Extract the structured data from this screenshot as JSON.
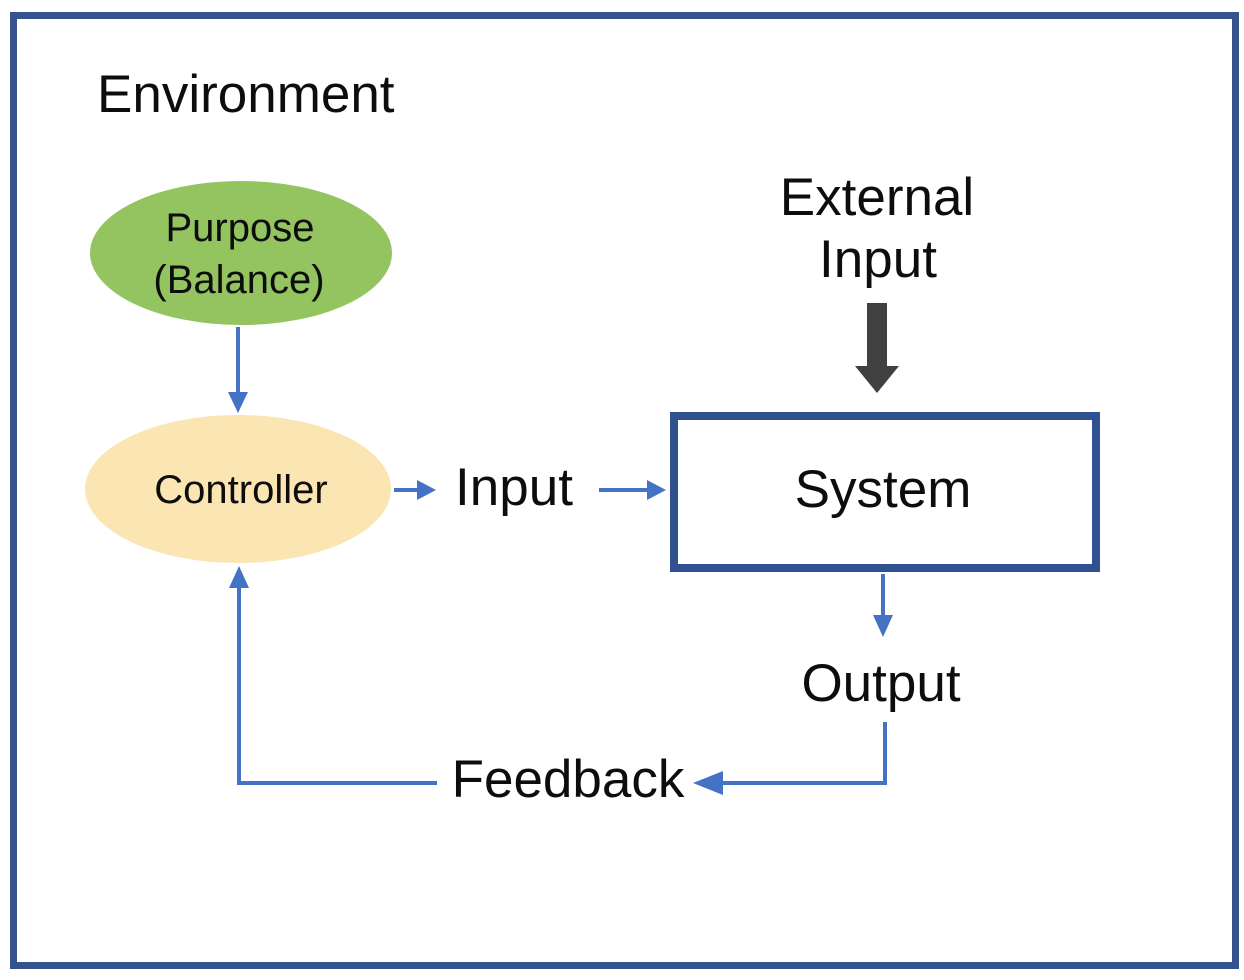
{
  "diagram_title": "Environment",
  "nodes": {
    "purpose": {
      "shape": "ellipse",
      "fill": "#94C45F",
      "line1": "Purpose",
      "line2": "(Balance)"
    },
    "controller": {
      "shape": "ellipse",
      "fill": "#FAE5B3",
      "label": "Controller"
    },
    "system": {
      "shape": "rect",
      "border": "#2F5190",
      "label": "System"
    }
  },
  "labels": {
    "environment": "Environment",
    "external_input_line1": "External",
    "external_input_line2": "Input",
    "input": "Input",
    "output": "Output",
    "feedback": "Feedback"
  },
  "edges": [
    {
      "from": "purpose",
      "to": "controller",
      "style": "blue-arrow"
    },
    {
      "from": "controller",
      "to": "input-label",
      "style": "blue-arrow"
    },
    {
      "from": "input-label",
      "to": "system",
      "style": "blue-arrow"
    },
    {
      "from": "external-input",
      "to": "system",
      "style": "thick-gray-arrow"
    },
    {
      "from": "system",
      "to": "output-label",
      "style": "blue-arrow"
    },
    {
      "from": "output-label",
      "to": "feedback-label",
      "style": "blue-arrow"
    },
    {
      "from": "feedback-label",
      "to": "controller",
      "style": "blue-arrow"
    }
  ],
  "colors": {
    "connector_blue": "#4472C4",
    "external_arrow_gray": "#404040",
    "frame_border": "#35538F",
    "system_border": "#2F5190",
    "purpose_fill": "#94C45F",
    "controller_fill": "#FAE5B3",
    "text": "#0D0D0D"
  }
}
